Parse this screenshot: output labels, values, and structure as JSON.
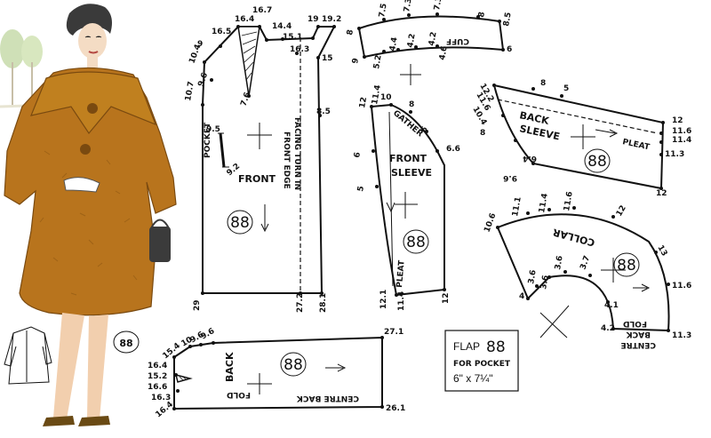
{
  "badge": "88",
  "front": {
    "title": "FRONT",
    "pocket": "POCKET",
    "facing_line1": "FACING TURN IN",
    "facing_line2": "FRONT EDGE",
    "m": [
      "16.5",
      "16.4",
      "16.7",
      "14.4",
      "15.1",
      "16.3",
      "19",
      "19.2",
      "15",
      "8.5",
      "9",
      "10.4",
      "9.6",
      "10.7",
      "7.6",
      "9.5",
      "9.2",
      "29",
      "27.2",
      "28.1"
    ]
  },
  "cuff": {
    "title": "CUFF",
    "m": [
      "8",
      "7.5",
      "7.3",
      "7.3",
      "8",
      "8.5",
      "9",
      "5.2",
      "4.4",
      "4.2",
      "4.2",
      "4.6",
      "6"
    ]
  },
  "front_sleeve": {
    "title1": "FRONT",
    "title2": "SLEEVE",
    "gather": "GATHER",
    "pleat": "PLEAT",
    "m": [
      "12",
      "11.4",
      "10",
      "8",
      "6",
      "6.6",
      "6",
      "5",
      "12.1",
      "11.4",
      "12"
    ]
  },
  "back_sleeve": {
    "title1": "BACK",
    "title2": "SLEEVE",
    "pleat": "PLEAT",
    "m": [
      "12.2",
      "11.6",
      "10.4",
      "8",
      "8",
      "5",
      "12",
      "11.6",
      "11.4",
      "11.3",
      "6.4",
      "9.6",
      "12"
    ]
  },
  "collar": {
    "title": "COLLAR",
    "fold1": "FOLD",
    "fold2": "BACK",
    "fold3": "CENTRE",
    "m": [
      "10.6",
      "11.1",
      "11.4",
      "11.6",
      "12",
      "13",
      "11.6",
      "11.3",
      "4",
      "3.6",
      "3.6",
      "3.6",
      "3.7",
      "4.1",
      "4.2"
    ]
  },
  "back": {
    "title": "BACK",
    "fold_label": "FOLD",
    "centre_label": "CENTRE BACK",
    "m": [
      "9.6",
      "9.6",
      "10",
      "15.4",
      "16.4",
      "15.2",
      "16.6",
      "16.3",
      "16.4",
      "27.1",
      "26.1"
    ]
  },
  "flap": {
    "line1": "FLAP",
    "line2": "FOR POCKET",
    "line3": "6\" x 7¼\""
  }
}
